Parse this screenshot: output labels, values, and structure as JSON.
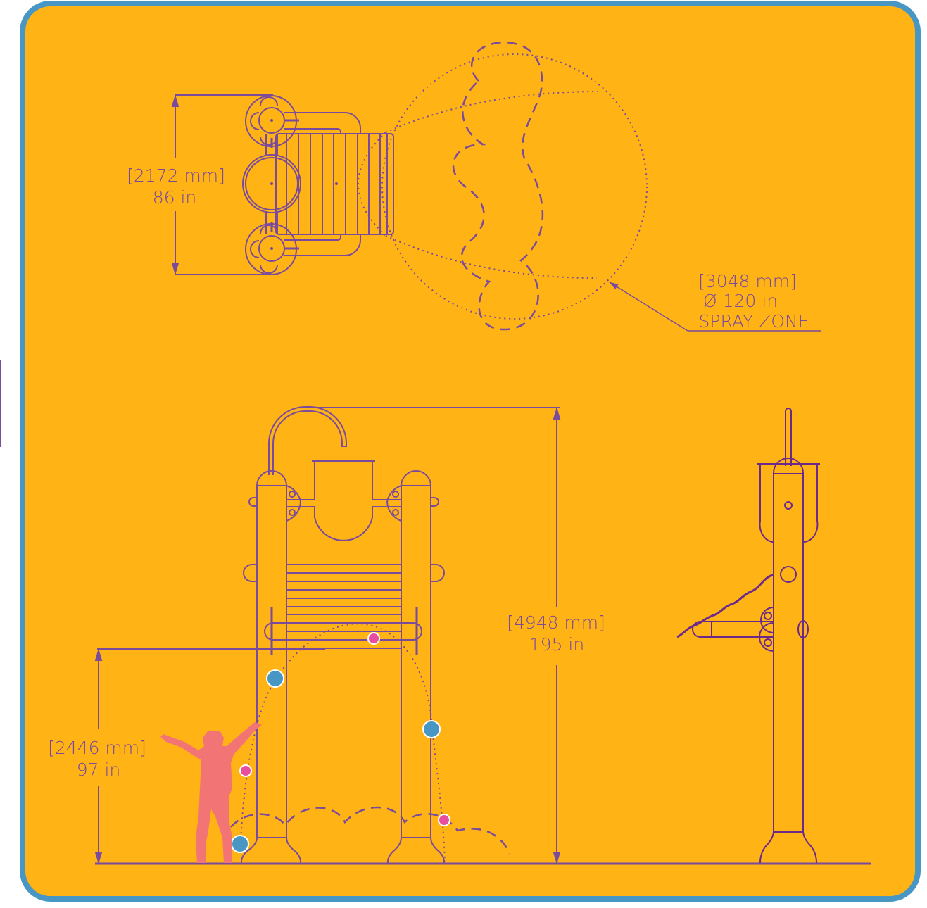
{
  "colors": {
    "background": "#ffb314",
    "border": "#4796c4",
    "line": "#7a4a9c",
    "child_silhouette": "#f27474",
    "water_blue": "#4796c4",
    "water_pink": "#e84ea0"
  },
  "top_view": {
    "width_dimension": {
      "mm": "[2172 mm]",
      "in": "86 in"
    },
    "spray_zone": {
      "mm": "[3048 mm]",
      "in": "Ø 120 in",
      "label": "SPRAY ZONE"
    }
  },
  "front_view": {
    "total_height": {
      "mm": "[4948 mm]",
      "in": "195 in"
    },
    "reach_height": {
      "mm": "[2446 mm]",
      "in": "97 in"
    }
  },
  "side_view": {}
}
